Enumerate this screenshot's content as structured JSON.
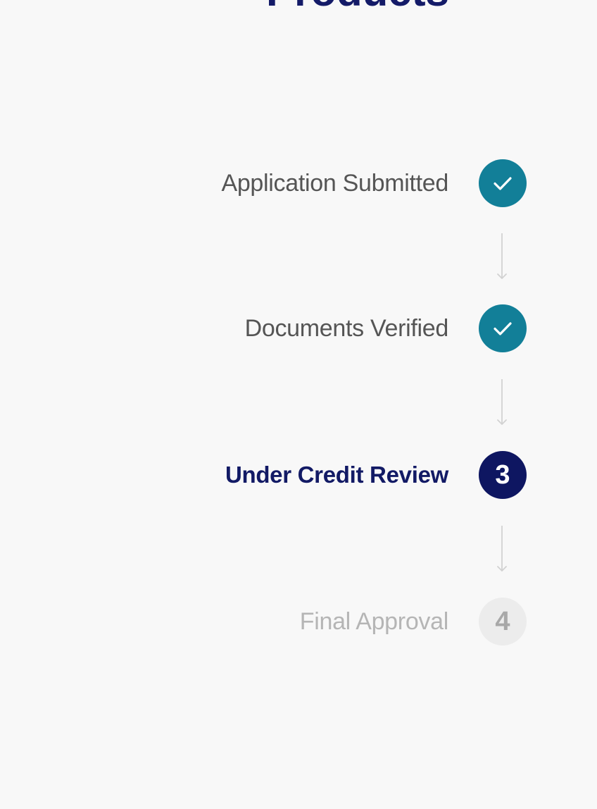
{
  "header": {
    "title": "Products"
  },
  "tracker": {
    "steps": [
      {
        "label": "Application Submitted",
        "status": "completed",
        "icon": "check-icon"
      },
      {
        "label": "Documents Verified",
        "status": "completed",
        "icon": "check-icon"
      },
      {
        "label": "Under Credit Review",
        "status": "current",
        "number": "3"
      },
      {
        "label": "Final Approval",
        "status": "pending",
        "number": "4"
      }
    ],
    "colors": {
      "completed": "#127f98",
      "current": "#0e1661",
      "pending": "#ececec",
      "connector": "#d2d2d2"
    }
  }
}
